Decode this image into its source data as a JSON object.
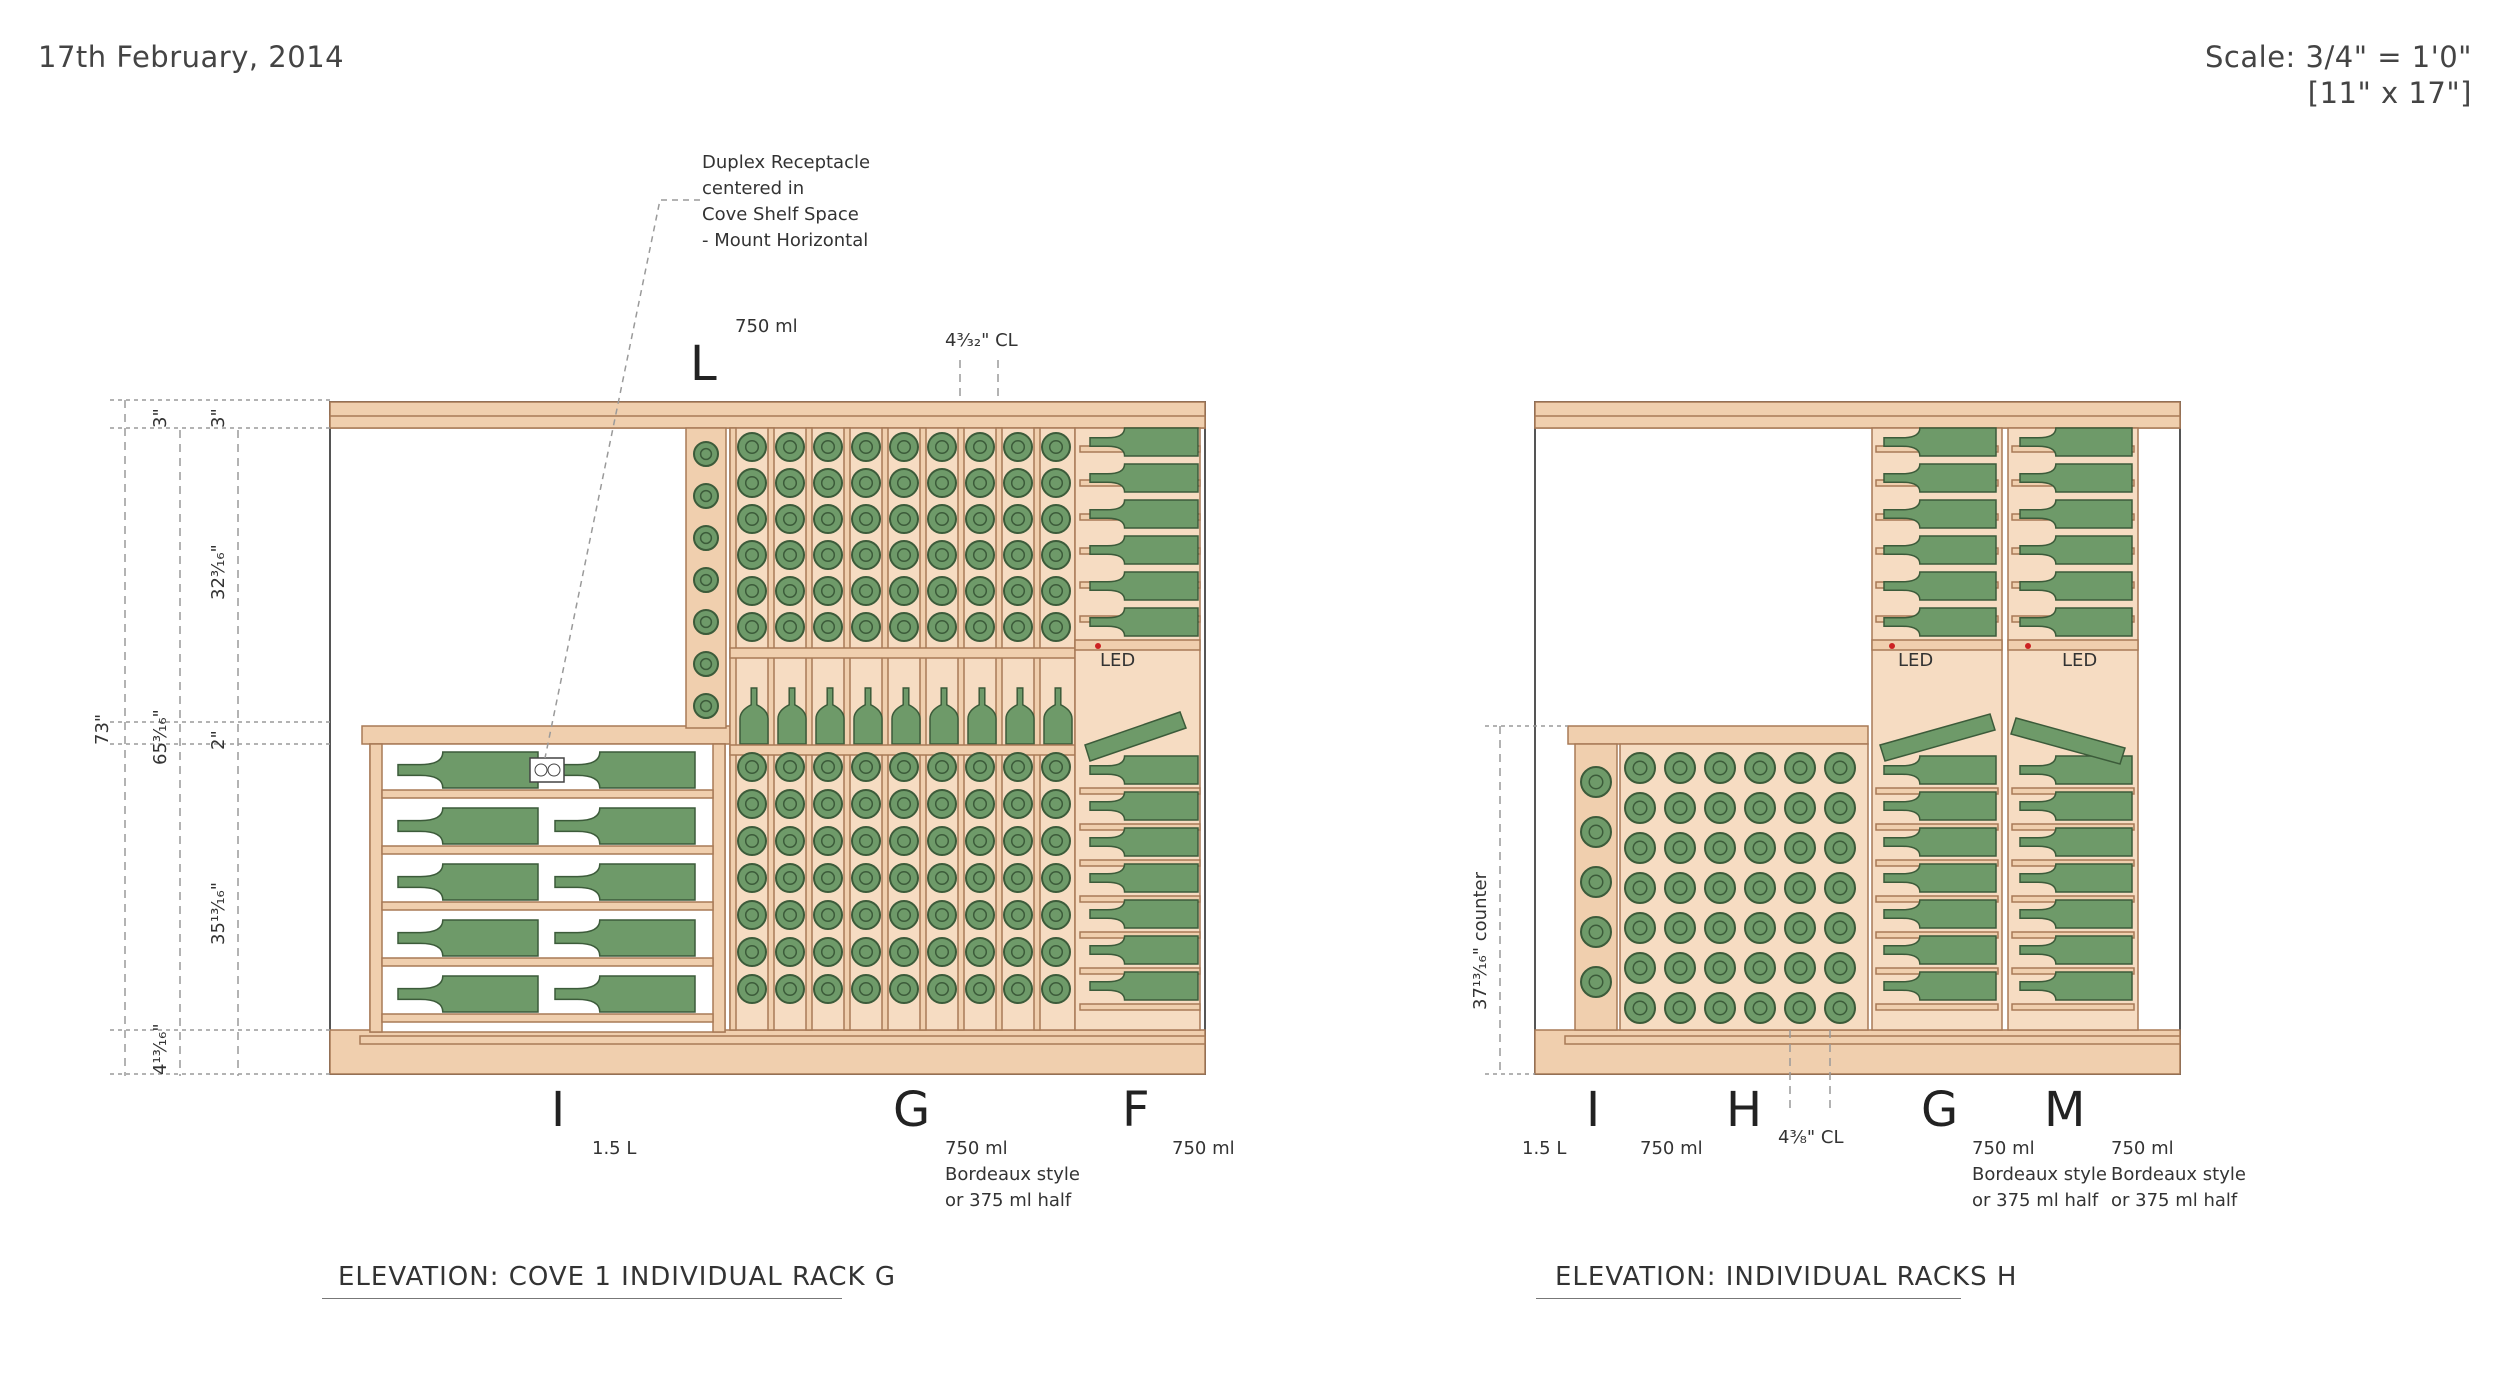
{
  "header": {
    "date": "17th February, 2014",
    "scale": "Scale: 3/4\" = 1'0\"",
    "paper": "[11\" x 17\"]"
  },
  "left": {
    "note_lines": [
      "Duplex Receptacle",
      "centered in",
      "Cove Shelf Space",
      "- Mount Horizontal"
    ],
    "top_size": "750 ml",
    "rack_L": "L",
    "spacing_label": "4³⁄₃₂\" CL",
    "dims": {
      "overall": "73\"",
      "height_65": "65³⁄₁₆\"",
      "crown_a": "3\"",
      "crown_b": "3\"",
      "upper": "32³⁄₁₆\"",
      "shelf": "2\"",
      "lower": "35¹³⁄₁₆\"",
      "base": "4¹³⁄₁₆\""
    },
    "rack_labels": [
      {
        "letter": "I",
        "sizes": [
          "1.5 L"
        ]
      },
      {
        "letter": "G",
        "sizes": [
          "750 ml",
          "Bordeaux style",
          "or 375 ml half"
        ]
      },
      {
        "letter": "F",
        "sizes": [
          "750 ml"
        ]
      }
    ],
    "led": "LED",
    "caption": "ELEVATION:  COVE 1  INDIVIDUAL RACK  G"
  },
  "right": {
    "dims": {
      "counter": "37¹³⁄₁₆\" counter"
    },
    "spacing_label": "4³⁄₈\" CL",
    "rack_labels": [
      {
        "letter": "I",
        "sizes": [
          "1.5 L"
        ]
      },
      {
        "letter": "H",
        "sizes": [
          "750 ml"
        ]
      },
      {
        "letter": "G",
        "sizes": [
          "750 ml",
          "Bordeaux style",
          "or 375 ml half"
        ]
      },
      {
        "letter": "M",
        "sizes": [
          "750 ml",
          "Bordeaux style",
          "or 375 ml half"
        ]
      }
    ],
    "led_a": "LED",
    "led_b": "LED",
    "caption": "ELEVATION: INDIVIDUAL RACKS  H"
  },
  "colors": {
    "wood": "#f0cfae",
    "wood_line": "#a87a57",
    "bottle": "#6e9a69",
    "bottle_dark": "#3c5b3a",
    "dim_line": "#9a9a9a",
    "led_red": "#cc2222"
  }
}
